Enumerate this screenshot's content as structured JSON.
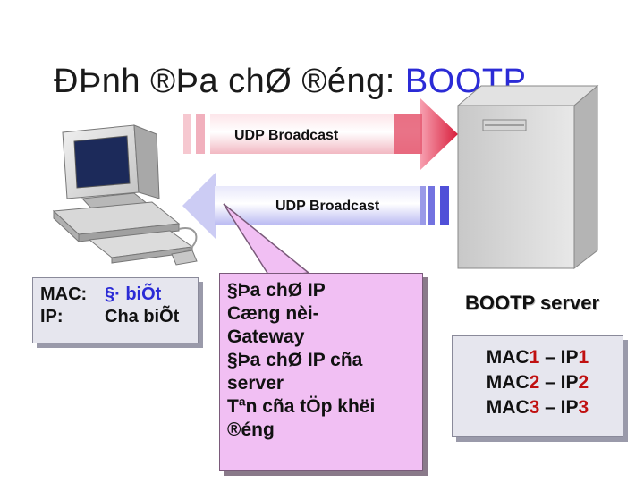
{
  "title": {
    "main": "ĐÞnh ®Þa chØ ®éng: ",
    "accent": "BOOTP"
  },
  "arrows": {
    "top_label": "UDP Broadcast",
    "bottom_label": "UDP Broadcast"
  },
  "client_info": {
    "mac_key": "MAC:",
    "mac_value": "§· biÕt",
    "ip_key": "IP:",
    "ip_value": "Ch­a biÕt"
  },
  "callout": {
    "lines": [
      "§Þa chØ IP",
      "Cæng nèi-",
      "Gateway",
      "§Þa chØ IP cña",
      "server",
      "Tªn cña tÖp khëi",
      "®éng"
    ]
  },
  "server": {
    "label": "BOOTP server",
    "mappings": [
      {
        "mac_prefix": "MAC",
        "mac_num": "1",
        "sep": " – ",
        "ip_prefix": "IP",
        "ip_num": "1"
      },
      {
        "mac_prefix": "MAC",
        "mac_num": "2",
        "sep": " – ",
        "ip_prefix": "IP",
        "ip_num": "2"
      },
      {
        "mac_prefix": "MAC",
        "mac_num": "3",
        "sep": " – ",
        "ip_prefix": "IP",
        "ip_num": "3"
      }
    ]
  },
  "colors": {
    "accent": "#2b2bd6",
    "callout": "#f1bff3",
    "arrow_top": "#e33a57",
    "arrow_bottom": "#3a3ad6",
    "number": "#c01010"
  }
}
